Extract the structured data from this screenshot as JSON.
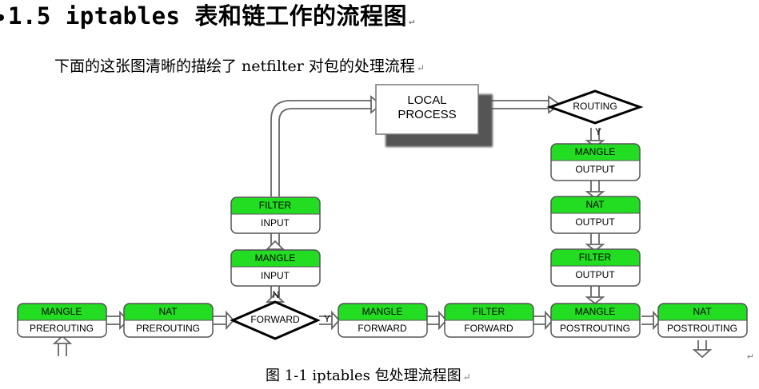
{
  "heading": "1.5 iptables 表和链工作的流程图",
  "intro": "下面的这张图清晰的描绘了 netfilter 对包的处理流程",
  "caption": "图 1-1 iptables 包处理流程图",
  "paragraph_mark": "↵",
  "colors": {
    "table_header": "#22dd22",
    "outline": "#555555",
    "diamond_stroke": "#000000",
    "process_shadow": "#555555"
  },
  "diagram": {
    "nodes": {
      "mangle_prerouting": {
        "table": "MANGLE",
        "chain": "PREROUTING"
      },
      "nat_prerouting": {
        "table": "NAT",
        "chain": "PREROUTING"
      },
      "mangle_input": {
        "table": "MANGLE",
        "chain": "INPUT"
      },
      "filter_input": {
        "table": "FILTER",
        "chain": "INPUT"
      },
      "mangle_forward": {
        "table": "MANGLE",
        "chain": "FORWARD"
      },
      "filter_forward": {
        "table": "FILTER",
        "chain": "FORWARD"
      },
      "mangle_output": {
        "table": "MANGLE",
        "chain": "OUTPUT"
      },
      "nat_output": {
        "table": "NAT",
        "chain": "OUTPUT"
      },
      "filter_output": {
        "table": "FILTER",
        "chain": "OUTPUT"
      },
      "mangle_postrouting": {
        "table": "MANGLE",
        "chain": "POSTROUTING"
      },
      "nat_postrouting": {
        "table": "NAT",
        "chain": "POSTROUTING"
      }
    },
    "decisions": {
      "forward": {
        "label": "FORWARD",
        "yes": "Y",
        "no": "N"
      },
      "routing": {
        "label": "ROUTING",
        "yes": "Y"
      }
    },
    "local_process": {
      "line1": "LOCAL",
      "line2": "PROCESS"
    },
    "edges": [
      {
        "from": "input",
        "to": "mangle_prerouting"
      },
      {
        "from": "mangle_prerouting",
        "to": "nat_prerouting"
      },
      {
        "from": "nat_prerouting",
        "to": "forward"
      },
      {
        "from": "forward",
        "to": "mangle_input",
        "label": "N"
      },
      {
        "from": "mangle_input",
        "to": "filter_input"
      },
      {
        "from": "filter_input",
        "to": "local_process"
      },
      {
        "from": "forward",
        "to": "mangle_forward",
        "label": "Y"
      },
      {
        "from": "mangle_forward",
        "to": "filter_forward"
      },
      {
        "from": "filter_forward",
        "to": "mangle_postrouting"
      },
      {
        "from": "local_process",
        "to": "routing"
      },
      {
        "from": "routing",
        "to": "mangle_output",
        "label": "Y"
      },
      {
        "from": "mangle_output",
        "to": "nat_output"
      },
      {
        "from": "nat_output",
        "to": "filter_output"
      },
      {
        "from": "filter_output",
        "to": "mangle_postrouting"
      },
      {
        "from": "mangle_postrouting",
        "to": "nat_postrouting"
      },
      {
        "from": "nat_postrouting",
        "to": "output"
      }
    ]
  }
}
